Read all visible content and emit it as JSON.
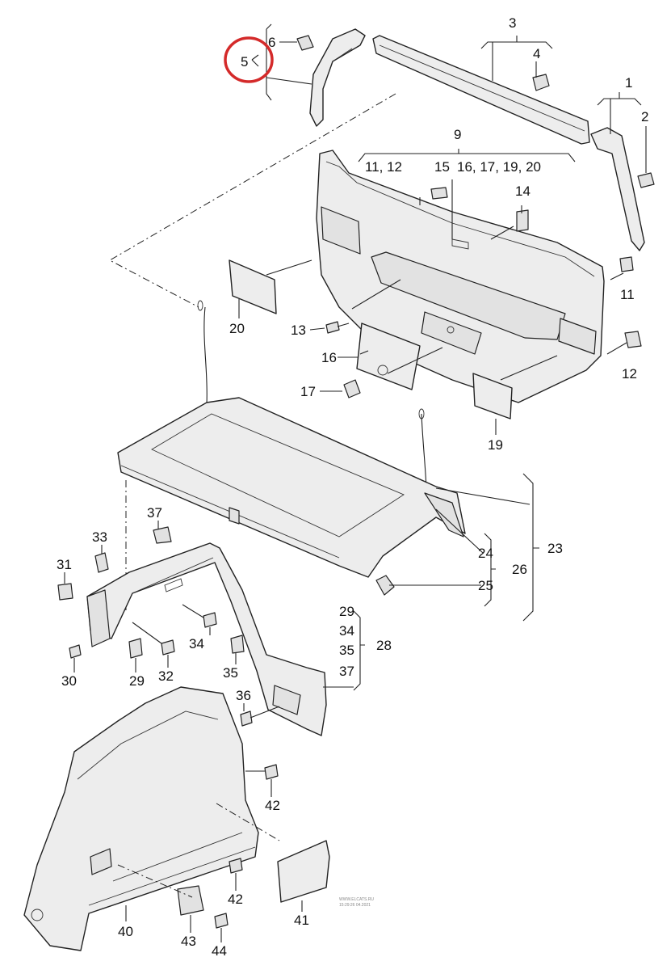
{
  "diagram": {
    "callouts": [
      {
        "id": "c1",
        "text": "1"
      },
      {
        "id": "c2",
        "text": "2"
      },
      {
        "id": "c3",
        "text": "3"
      },
      {
        "id": "c4",
        "text": "4"
      },
      {
        "id": "c5",
        "text": "5"
      },
      {
        "id": "c6",
        "text": "6"
      },
      {
        "id": "c9",
        "text": "9"
      },
      {
        "id": "c1112",
        "text": "11, 12"
      },
      {
        "id": "c15",
        "text": "15"
      },
      {
        "id": "c1620",
        "text": "16, 17, 19, 20"
      },
      {
        "id": "c14",
        "text": "14"
      },
      {
        "id": "c11",
        "text": "11"
      },
      {
        "id": "c12",
        "text": "12"
      },
      {
        "id": "c13",
        "text": "13"
      },
      {
        "id": "c16",
        "text": "16"
      },
      {
        "id": "c17",
        "text": "17"
      },
      {
        "id": "c19",
        "text": "19"
      },
      {
        "id": "c20",
        "text": "20"
      },
      {
        "id": "c23",
        "text": "23"
      },
      {
        "id": "c24",
        "text": "24"
      },
      {
        "id": "c25",
        "text": "25"
      },
      {
        "id": "c26",
        "text": "26"
      },
      {
        "id": "c28",
        "text": "28"
      },
      {
        "id": "c29a",
        "text": "29"
      },
      {
        "id": "c34a",
        "text": "34"
      },
      {
        "id": "c35a",
        "text": "35"
      },
      {
        "id": "c37a",
        "text": "37"
      },
      {
        "id": "c29",
        "text": "29"
      },
      {
        "id": "c30",
        "text": "30"
      },
      {
        "id": "c31",
        "text": "31"
      },
      {
        "id": "c32",
        "text": "32"
      },
      {
        "id": "c33",
        "text": "33"
      },
      {
        "id": "c34",
        "text": "34"
      },
      {
        "id": "c35",
        "text": "35"
      },
      {
        "id": "c36",
        "text": "36"
      },
      {
        "id": "c37",
        "text": "37"
      },
      {
        "id": "c40",
        "text": "40"
      },
      {
        "id": "c41",
        "text": "41"
      },
      {
        "id": "c42a",
        "text": "42"
      },
      {
        "id": "c42b",
        "text": "42"
      },
      {
        "id": "c43",
        "text": "43"
      },
      {
        "id": "c44",
        "text": "44"
      }
    ],
    "highlight": {
      "target": "5",
      "color": "#d42a2a"
    },
    "watermark": {
      "line1": "WWW.ELCATS.RU",
      "line2": "15:29:26 04.2021"
    }
  }
}
